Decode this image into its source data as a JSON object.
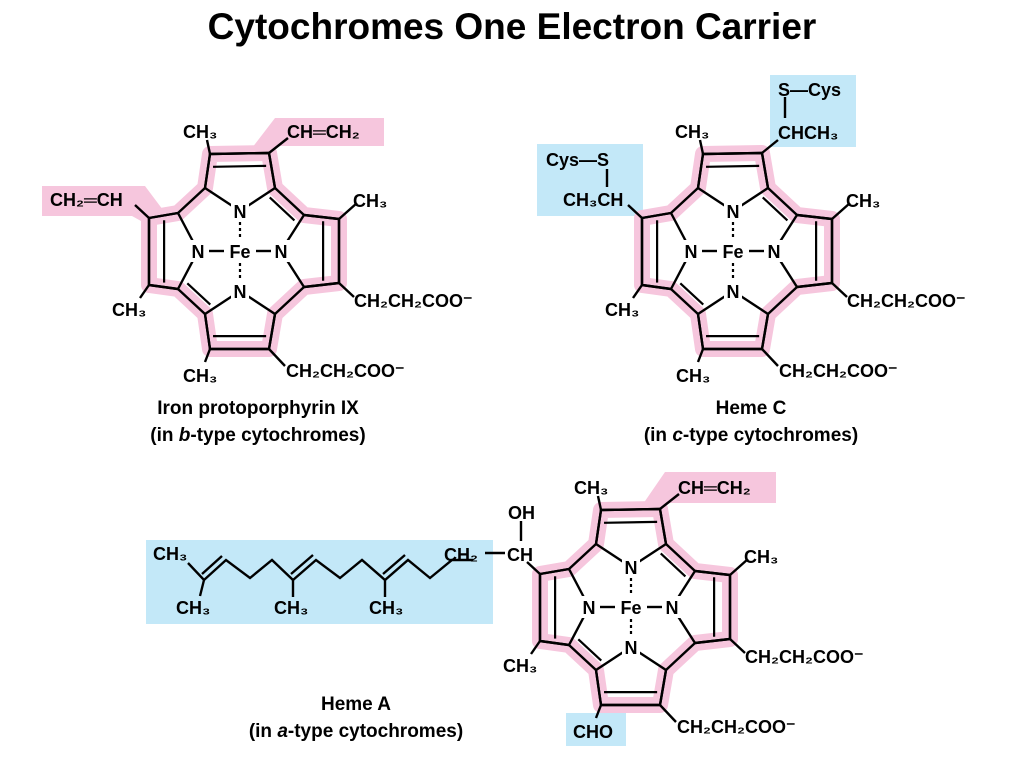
{
  "title": "Cytochromes One Electron Carrier",
  "colors": {
    "porphyrin_highlight": "#f6c6dd",
    "substituent_highlight": "#c3e8f8",
    "text": "#000000"
  },
  "ring_atoms": {
    "n": "N",
    "fe": "Fe"
  },
  "structures": {
    "protoporphyrin": {
      "ch3_top": "CH₃",
      "vinyl_top": "CH═CH₂",
      "vinyl_left": "CH₂═CH",
      "ch3_left": "CH₃",
      "ch3_right": "CH₃",
      "propionate_right": "CH₂CH₂COO⁻",
      "ch3_bottom": "CH₃",
      "propionate_bottom": "CH₂CH₂COO⁻",
      "caption_line1": "Iron protoporphyrin IX",
      "caption_line2_prefix": "(in ",
      "caption_line2_italic": "b",
      "caption_line2_suffix": "-type cytochromes)"
    },
    "heme_c": {
      "s_cys_top": "S—Cys",
      "chch3_top": "CHCH₃",
      "cys_s_left": "Cys—S",
      "ch3ch_left": "CH₃CH",
      "ch3_top": "CH₃",
      "ch3_left": "CH₃",
      "ch3_right": "CH₃",
      "propionate_right": "CH₂CH₂COO⁻",
      "ch3_bottom": "CH₃",
      "propionate_bottom": "CH₂CH₂COO⁻",
      "caption_line1": "Heme C",
      "caption_line2_prefix": "(in ",
      "caption_line2_italic": "c",
      "caption_line2_suffix": "-type cytochromes)"
    },
    "heme_a": {
      "oh": "OH",
      "ch_link": "CH",
      "ch2_link": "CH₂",
      "isoprenoid_ch3_1": "CH₃",
      "isoprenoid_ch3_2": "CH₃",
      "isoprenoid_ch3_3": "CH₃",
      "isoprenoid_ch3_4": "CH₃",
      "ch3_top": "CH₃",
      "vinyl_top": "CH═CH₂",
      "ch3_right": "CH₃",
      "propionate_right": "CH₂CH₂COO⁻",
      "ch3_left": "CH₃",
      "cho": "CHO",
      "propionate_bottom": "CH₂CH₂COO⁻",
      "caption_line1": "Heme A",
      "caption_line2_prefix": "(in ",
      "caption_line2_italic": "a",
      "caption_line2_suffix": "-type cytochromes)"
    }
  }
}
